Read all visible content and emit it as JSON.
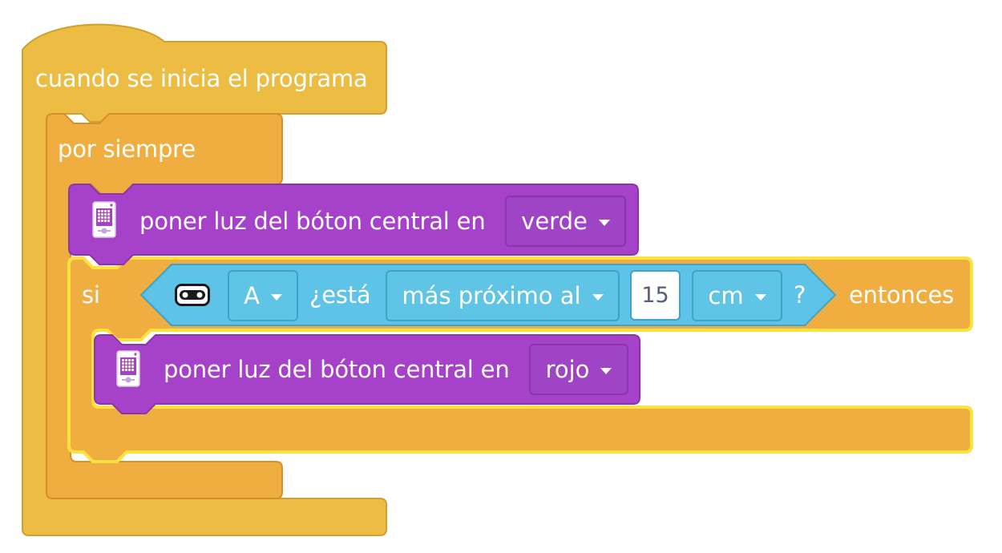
{
  "colors": {
    "event_block": "#ecbd42",
    "control_block": "#f0ae41",
    "light_block": "#a542c9",
    "sensor_block": "#5ec3e6",
    "highlight": "#fde23f"
  },
  "when_program_starts": {
    "label": "cuando se inicia el programa"
  },
  "forever": {
    "label": "por siempre"
  },
  "set_light_1": {
    "icon": "hub-light-matrix-icon",
    "label": "poner luz del bóton central en",
    "color_value": "verde"
  },
  "if_block": {
    "label_if": "si",
    "label_then": "entonces",
    "condition": {
      "icon": "distance-sensor-icon",
      "port": "A",
      "label_is": "¿está",
      "comparison": "más próximo al",
      "distance": "15",
      "unit": "cm",
      "question_mark": "?"
    }
  },
  "set_light_2": {
    "icon": "hub-light-matrix-icon",
    "label": "poner luz del bóton central en",
    "color_value": "rojo"
  }
}
